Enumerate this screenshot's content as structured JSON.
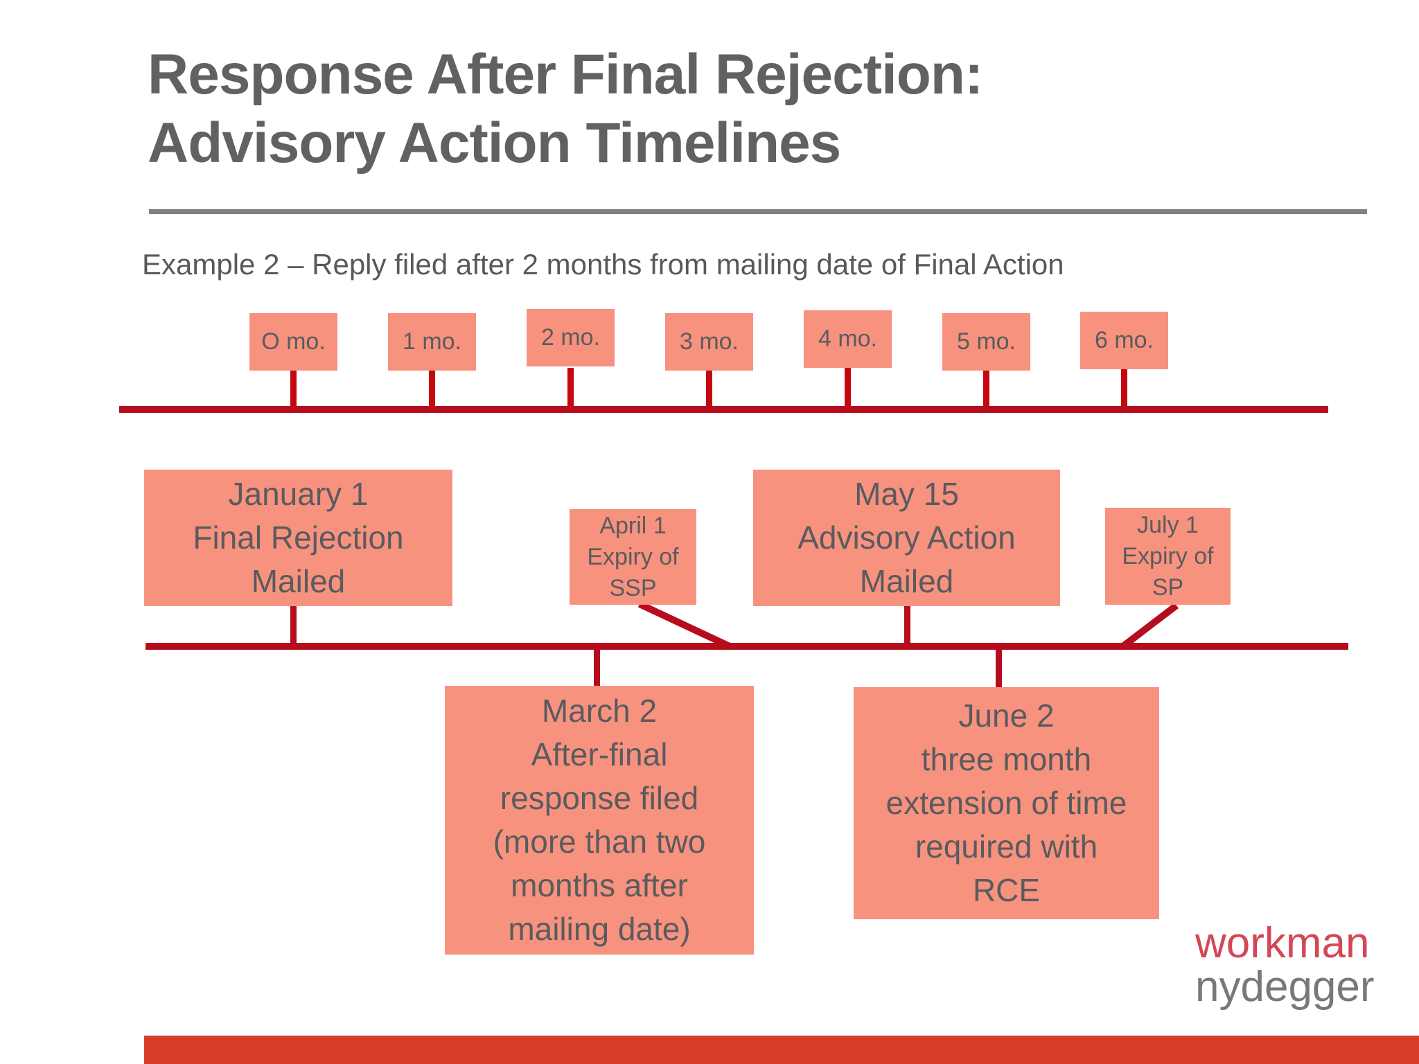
{
  "slide": {
    "title_lines": [
      "Response After Final Rejection:",
      "Advisory Action Timelines"
    ],
    "subtitle": "Example 2 – Reply filed after 2 months from mailing date of Final Action"
  },
  "timeline": {
    "month_markers": [
      "O mo.",
      "1 mo.",
      "2 mo.",
      "3 mo.",
      "4 mo.",
      "5 mo.",
      "6 mo."
    ]
  },
  "events": {
    "final_rejection": {
      "lines": [
        "January 1",
        "Final Rejection",
        "Mailed"
      ]
    },
    "ssp_expiry": {
      "lines": [
        "April 1",
        "Expiry of",
        "SSP"
      ]
    },
    "advisory_action": {
      "lines": [
        "May 15",
        "Advisory Action",
        "Mailed"
      ]
    },
    "sp_expiry": {
      "lines": [
        "July 1",
        "Expiry of",
        "SP"
      ]
    },
    "after_final_response": {
      "lines": [
        "March 2",
        "After-final",
        "response filed",
        "(more than two",
        "months after",
        "mailing date)"
      ]
    },
    "rce_extension": {
      "lines": [
        "June 2",
        "three month",
        "extension of time",
        "required with",
        "RCE"
      ]
    }
  },
  "logo": {
    "line1": "workman",
    "line2": "nydegger"
  },
  "colors": {
    "event_box_fill": "#F7927F",
    "event_text": "#5A5B5E",
    "timeline_line": "#B60D1E",
    "tick_mark": "#C50710",
    "title_text": "#606163",
    "divider_gray": "#7F8082",
    "footer_bar": "#D73E2A",
    "logo_red": "#D34756",
    "logo_gray": "#77787B"
  }
}
